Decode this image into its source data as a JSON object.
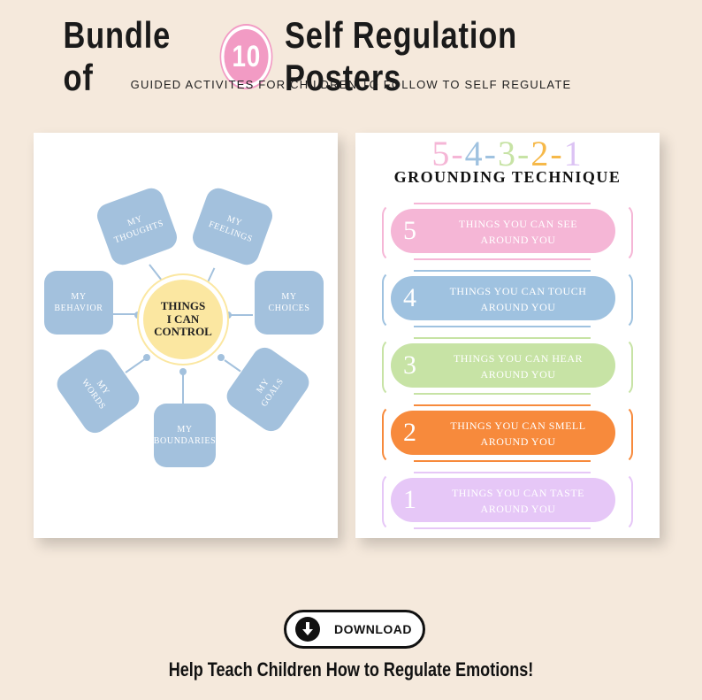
{
  "header": {
    "title_before": "Bundle of",
    "badge_number": "10",
    "title_after": "Self Regulation Posters",
    "subtitle": "GUIDED ACTIVITES FOR CHILDREN TO FOLLOW TO SELF REGULATE",
    "badge_color": "#f29bc4"
  },
  "poster_control": {
    "center_line1": "THINGS",
    "center_line2": "I CAN",
    "center_line3": "CONTROL",
    "bubble_color": "#a3c1dd",
    "center_color": "#fbe7a1",
    "bubbles": [
      {
        "l1": "MY",
        "l2": "THOUGHTS"
      },
      {
        "l1": "MY",
        "l2": "FEELINGS"
      },
      {
        "l1": "MY",
        "l2": "CHOICES"
      },
      {
        "l1": "MY",
        "l2": "GOALS"
      },
      {
        "l1": "MY",
        "l2": "BOUNDARIES"
      },
      {
        "l1": "MY",
        "l2": "WORDS"
      },
      {
        "l1": "MY",
        "l2": "BEHAVIOR"
      }
    ]
  },
  "poster_grounding": {
    "numbers": [
      {
        "n": "5",
        "color": "#f5b6d6"
      },
      {
        "n": "4",
        "color": "#9fc2e0"
      },
      {
        "n": "3",
        "color": "#c7e3a5"
      },
      {
        "n": "2",
        "color": "#f6b94a"
      },
      {
        "n": "1",
        "color": "#dcc3f4"
      }
    ],
    "title": "GROUNDING TECHNIQUE",
    "steps": [
      {
        "num": "5",
        "line1": "THINGS YOU CAN SEE",
        "line2": "AROUND YOU",
        "color": "#f5b6d6"
      },
      {
        "num": "4",
        "line1": "THINGS YOU CAN TOUCH",
        "line2": "AROUND YOU",
        "color": "#9fc2e0"
      },
      {
        "num": "3",
        "line1": "THINGS YOU CAN HEAR",
        "line2": "AROUND YOU",
        "color": "#c7e3a5"
      },
      {
        "num": "2",
        "line1": "THINGS YOU CAN SMELL",
        "line2": "AROUND YOU",
        "color": "#f78a3c"
      },
      {
        "num": "1",
        "line1": "THINGS YOU CAN TASTE",
        "line2": "AROUND YOU",
        "color": "#e6c7f7"
      }
    ]
  },
  "download": {
    "label": "DOWNLOAD",
    "icon": "download-icon"
  },
  "footer": {
    "tagline": "Help Teach Children How to Regulate Emotions!"
  }
}
